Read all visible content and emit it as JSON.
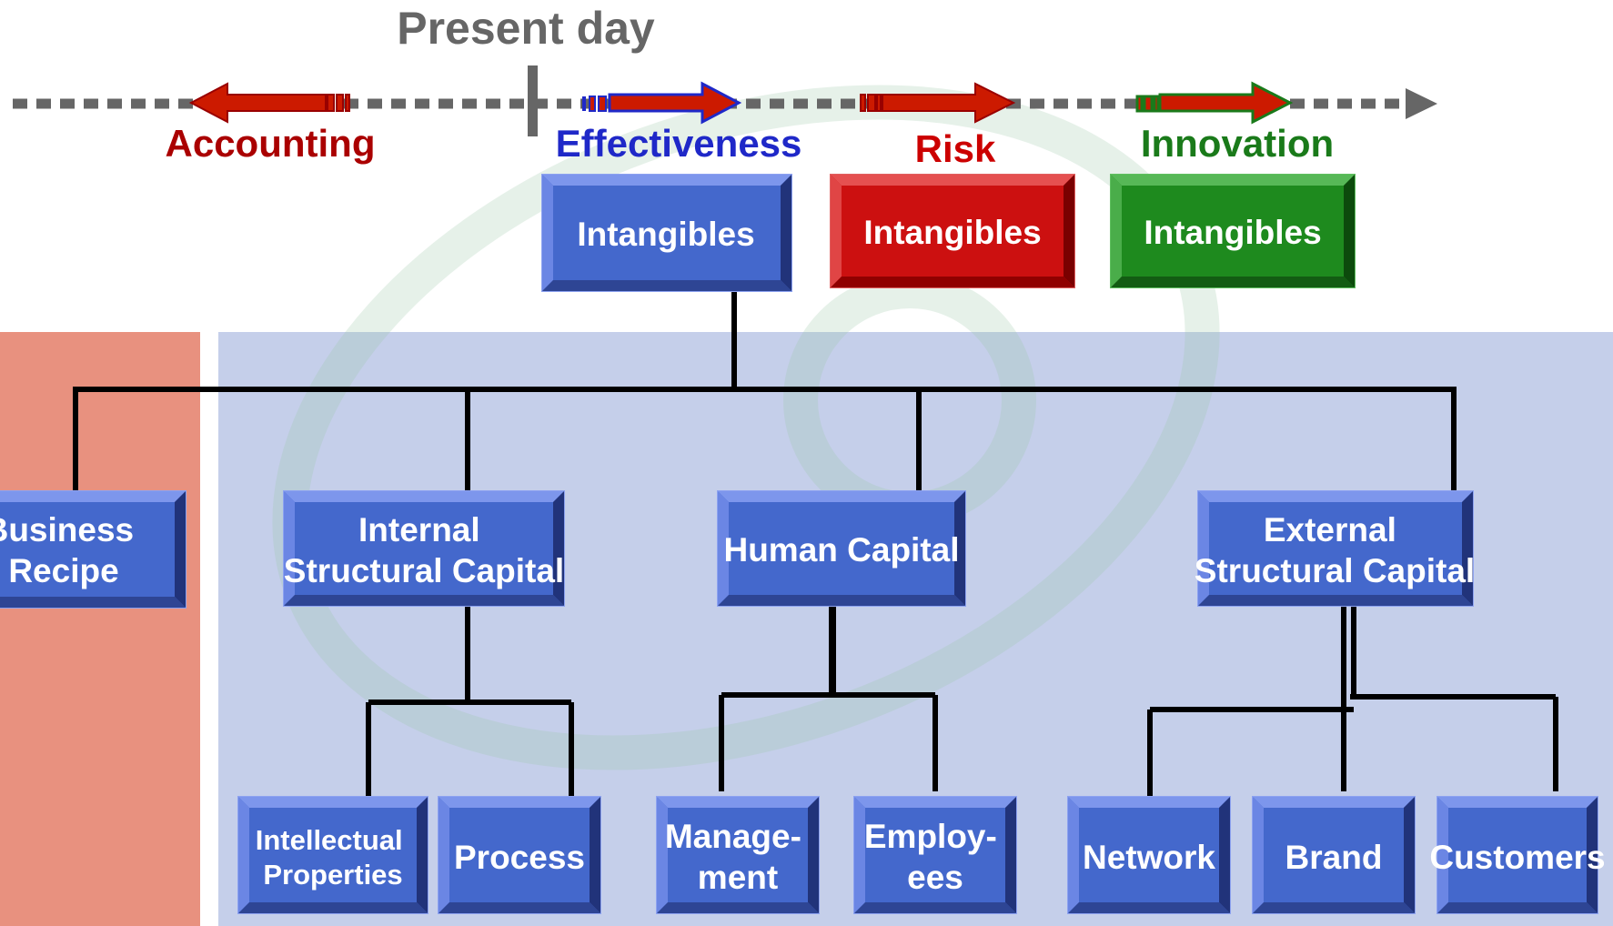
{
  "title": "Present day",
  "colors": {
    "accounting": "#aa0000",
    "effectiveness": "#1f28c8",
    "risk": "#cc0000",
    "innovation": "#1a7a1a",
    "box_blue": "#4468cc",
    "box_red": "#cc1010",
    "box_green": "#1e8a1e",
    "panel_blue": "#c5cfea",
    "panel_red": "#e8917f",
    "timeline": "#666666"
  },
  "timeline_labels": {
    "accounting": "Accounting",
    "effectiveness": "Effectiveness",
    "risk": "Risk",
    "innovation": "Innovation"
  },
  "top_boxes": {
    "blue": "Intangibles",
    "red": "Intangibles",
    "green": "Intangibles"
  },
  "level2": {
    "business_recipe": [
      "Business",
      "Recipe"
    ],
    "internal_structural_capital": [
      "Internal",
      "Structural Capital"
    ],
    "human_capital": "Human Capital",
    "external_structural_capital": [
      "External",
      "Structural Capital"
    ]
  },
  "level3": {
    "intellectual_properties": [
      "Intellectual",
      "Properties"
    ],
    "process": "Process",
    "management": [
      "Manage-",
      "ment"
    ],
    "employees": [
      "Employ-",
      "ees"
    ],
    "network": "Network",
    "brand": "Brand",
    "customers": "Customers"
  }
}
